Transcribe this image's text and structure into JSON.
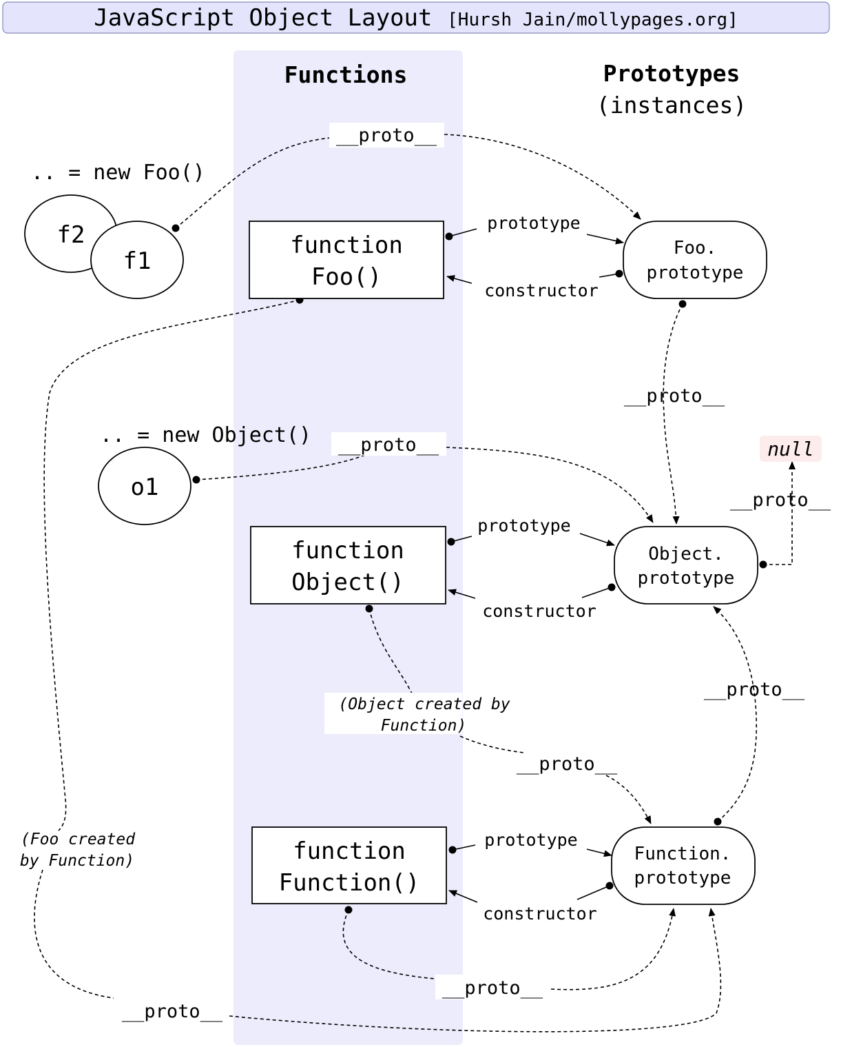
{
  "header": {
    "title": "JavaScript Object Layout",
    "credit": "[Hursh Jain/mollypages.org]"
  },
  "columns": {
    "functions": "Functions",
    "prototypes_line1": "Prototypes",
    "prototypes_line2": "(instances)"
  },
  "instances": {
    "foo_caption": ".. = new Foo()",
    "f2": "f2",
    "f1": "f1",
    "object_caption": ".. = new Object()",
    "o1": "o1"
  },
  "functions": {
    "foo": [
      "function",
      "Foo()"
    ],
    "object": [
      "function",
      "Object()"
    ],
    "function": [
      "function",
      "Function()"
    ]
  },
  "prototypes": {
    "foo": [
      "Foo.",
      "prototype"
    ],
    "object": [
      "Object.",
      "prototype"
    ],
    "function": [
      "Function.",
      "prototype"
    ],
    "null": "null"
  },
  "labels": {
    "proto": "__proto__",
    "prototype": "prototype",
    "constructor": "constructor",
    "object_created": [
      "(Object created by",
      "Function)"
    ],
    "foo_created": [
      "(Foo created",
      "by Function)"
    ]
  },
  "colors": {
    "column_band": "#ececfc",
    "title_bar": "#e4e4fc",
    "null_bg": "#fcecec",
    "stroke": "#000000"
  }
}
